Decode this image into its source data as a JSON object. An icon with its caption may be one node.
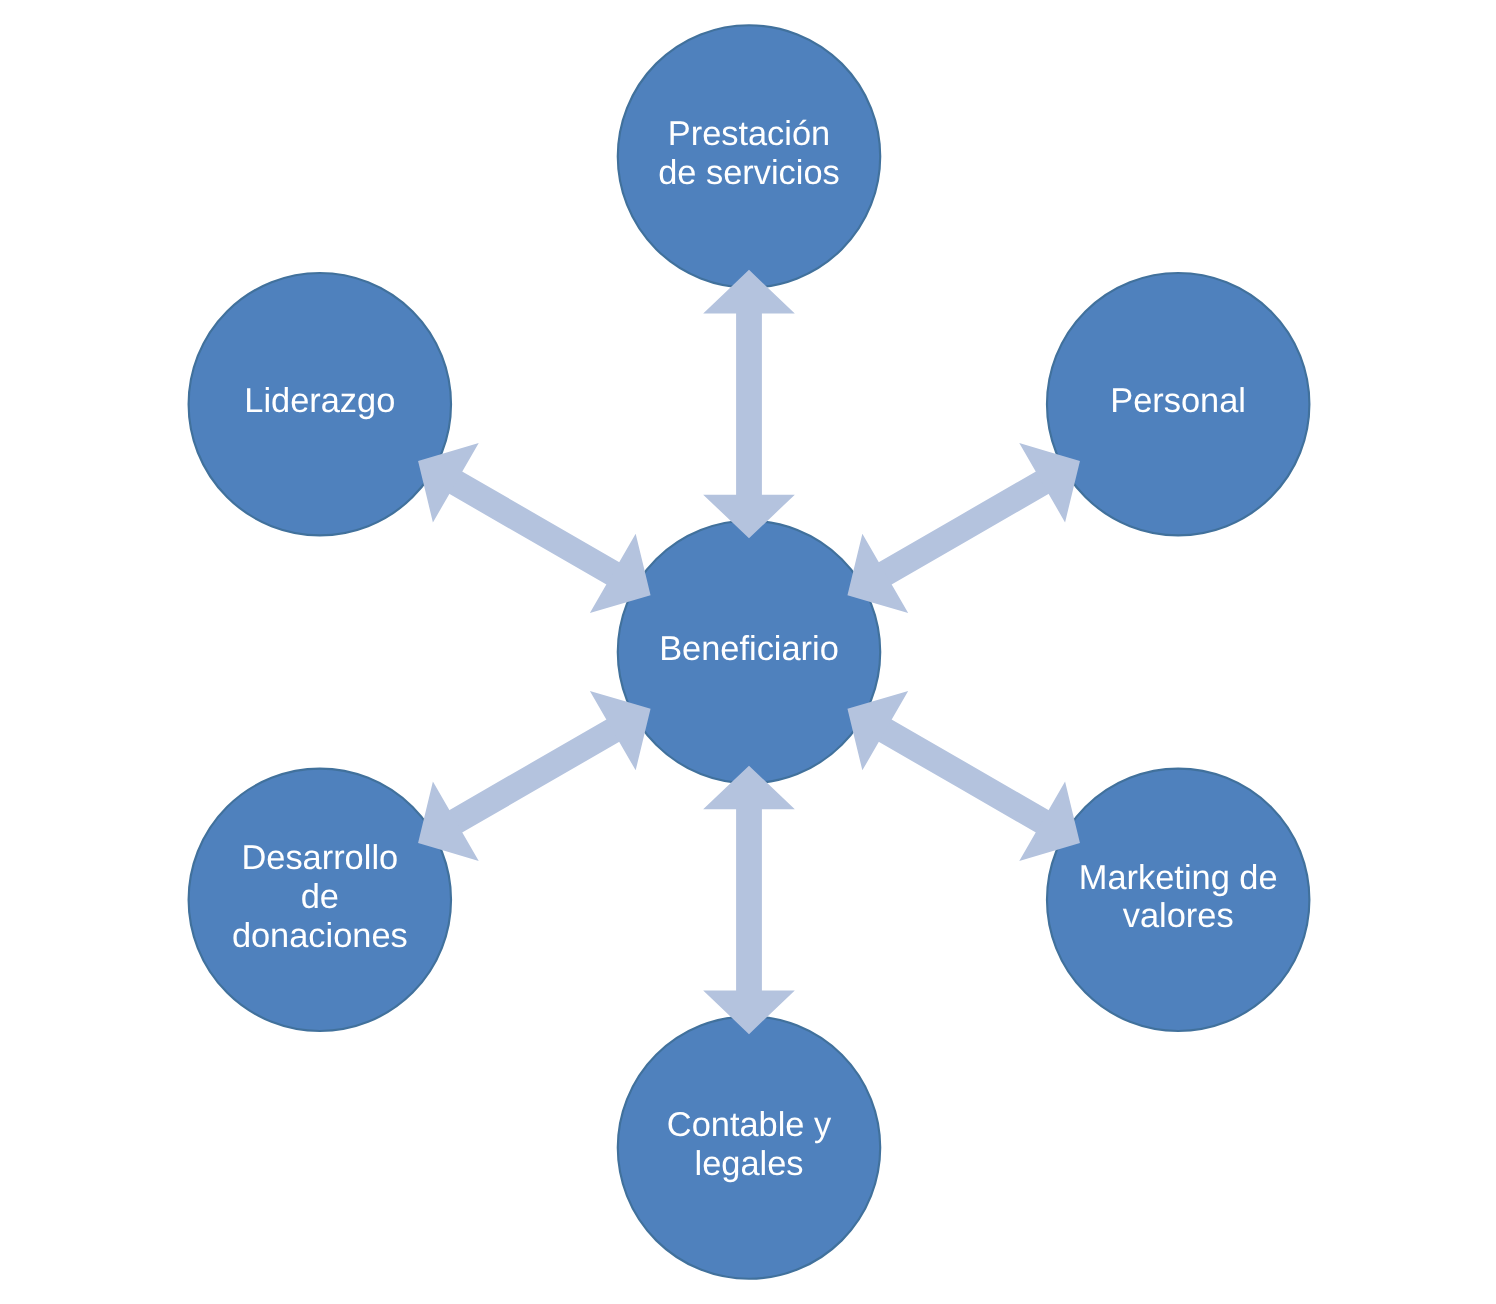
{
  "diagram": {
    "nodes": [
      {
        "text": [
          "Personal"
        ]
      },
      {
        "text": [
          "Prestación de servicios"
        ]
      },
      {
        "text": [
          "Liderazgo"
        ]
      },
      {
        "text": [
          "Beneficiario"
        ]
      },
      {
        "text": [
          "Desarrollo de donaciones"
        ]
      },
      {
        "text": [
          "Contable y legales"
        ]
      },
      {
        "text": [
          "Marketing de valores"
        ]
      }
    ],
    "edges": [
      {
        "from": 3,
        "to": 0,
        "arrow": "both"
      },
      {
        "from": 3,
        "to": 1,
        "arrow": "both"
      },
      {
        "from": 3,
        "to": 2,
        "arrow": "both"
      },
      {
        "from": 3,
        "to": 4,
        "arrow": "both"
      },
      {
        "from": 3,
        "to": 5,
        "arrow": "both"
      },
      {
        "from": 3,
        "to": 6,
        "arrow": "both"
      }
    ]
  }
}
